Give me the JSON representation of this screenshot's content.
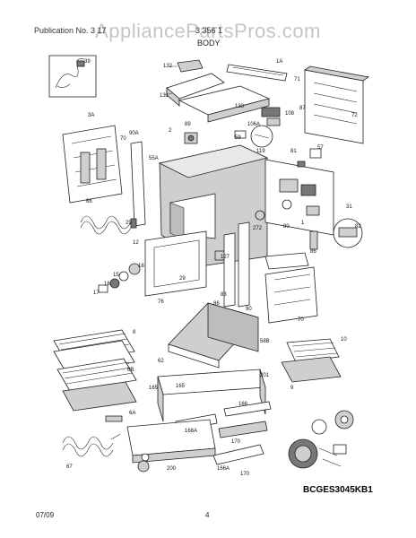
{
  "watermark": "AppliancePartsPros.com",
  "header": {
    "left_text": "Publication No. 3 17",
    "right_text": "3 356 1",
    "section_title": "BODY"
  },
  "catalog_code": "BCGES3045KB1",
  "footer": {
    "date": "07/09",
    "page": "4"
  },
  "callouts": {
    "c39": "39",
    "c132": "132",
    "c1A": "1A",
    "c71": "71",
    "c131": "131",
    "c3A": "3A",
    "c133": "133",
    "c87": "87",
    "c72": "72",
    "c108": "108",
    "c90A": "90A",
    "c70a": "70",
    "c89": "89",
    "c106A": "106A",
    "c119": "119",
    "c2": "2",
    "c59": "59",
    "c57": "57",
    "c81": "81",
    "c55A": "55A",
    "c68": "68",
    "c31": "31",
    "c29a": "29",
    "c12": "12",
    "c272": "272",
    "c80": "80",
    "c1": "1",
    "c82": "82",
    "c86a": "86",
    "c127": "127",
    "c18": "18",
    "c15": "15",
    "c16": "16",
    "c17": "17",
    "c29b": "29",
    "c76": "76",
    "c83": "83",
    "c86b": "86",
    "c90": "90",
    "c70b": "70",
    "c58B": "58B",
    "c10": "10",
    "c8": "8",
    "c6B": "6B",
    "c62": "62",
    "c165a": "165",
    "c165b": "165",
    "c201": "201",
    "c9": "9",
    "c166a": "166",
    "c168A": "168A",
    "c170a": "170",
    "c6A": "6A",
    "c67": "67",
    "c200": "200",
    "c166A": "166A",
    "c170b": "170"
  }
}
